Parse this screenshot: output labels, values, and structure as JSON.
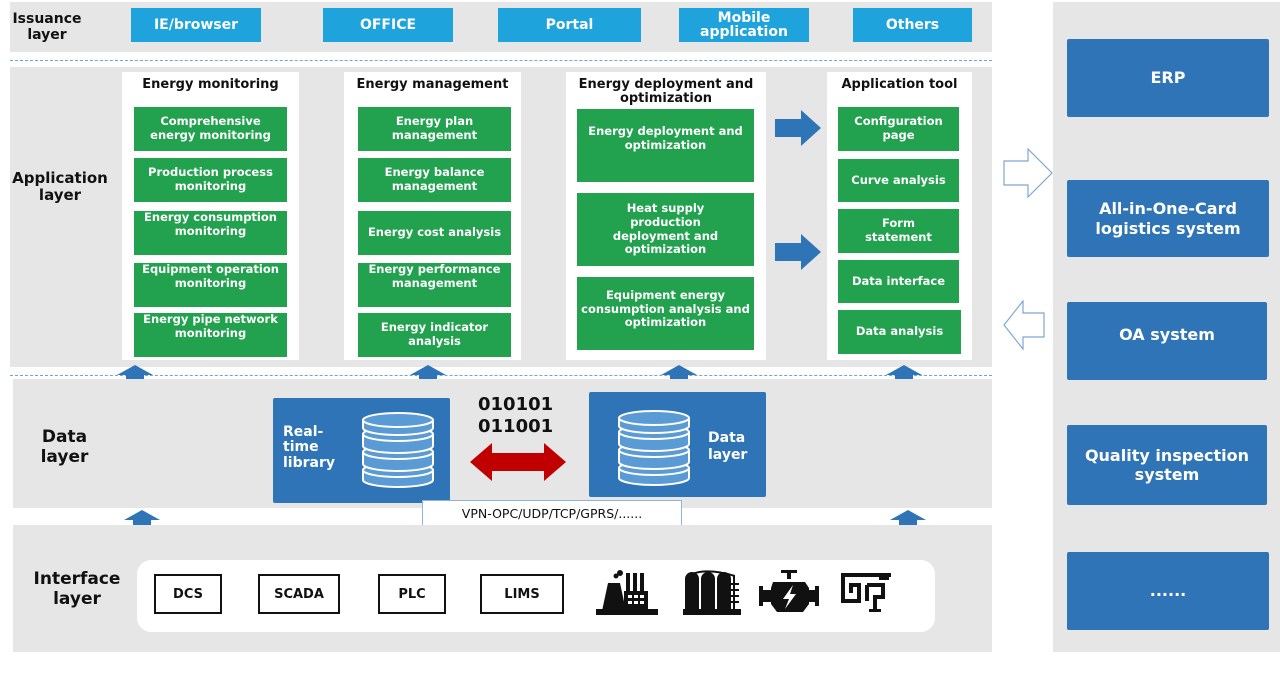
{
  "issuance_layer": {
    "label": "Issuance layer",
    "items": [
      "IE/browser",
      "OFFICE",
      "Portal",
      "Mobile application",
      "Others"
    ]
  },
  "application_layer": {
    "label": "Application layer",
    "panels": [
      {
        "title": "Energy monitoring",
        "items": [
          "Comprehensive energy monitoring",
          "Production process monitoring",
          "Energy consumption monitoring",
          "Equipment operation monitoring",
          "Energy pipe network monitoring"
        ]
      },
      {
        "title": "Energy management",
        "items": [
          "Energy plan management",
          "Energy balance management",
          "Energy cost analysis",
          "Energy performance management",
          "Energy indicator analysis"
        ]
      },
      {
        "title": "Energy deployment and optimization",
        "items": [
          "Energy deployment and optimization",
          "Heat supply production deployment and optimization",
          "Equipment energy consumption analysis and optimization"
        ]
      },
      {
        "title": "Application tool",
        "items": [
          "Configuration page",
          "Curve analysis",
          "Form statement",
          "Data interface",
          "Data analysis"
        ]
      }
    ]
  },
  "data_layer": {
    "label": "Data layer",
    "realtime_library": "Real-time library",
    "realtime_lines": [
      "Real-",
      "time",
      "library"
    ],
    "data_store_lines": [
      "Data",
      "layer"
    ],
    "binary_lines": [
      "010101",
      "011001"
    ],
    "protocols": "VPN-OPC/UDP/TCP/GPRS/......"
  },
  "interface_layer": {
    "label": "Interface layer",
    "systems": [
      "DCS",
      "SCADA",
      "PLC",
      "LIMS"
    ],
    "icons": [
      "factory-icon",
      "storage-tanks-icon",
      "engine-icon",
      "pipeline-icon"
    ]
  },
  "external_systems": {
    "items": [
      "ERP",
      "All-in-One-Card logistics system",
      "OA system",
      "Quality inspection system",
      "......"
    ]
  },
  "colors": {
    "issuance_blue": "#1fa3dc",
    "module_green": "#22a24e",
    "system_blue": "#2e74b6",
    "band_gray": "#e6e6e6",
    "exchange_red": "#c00000"
  }
}
